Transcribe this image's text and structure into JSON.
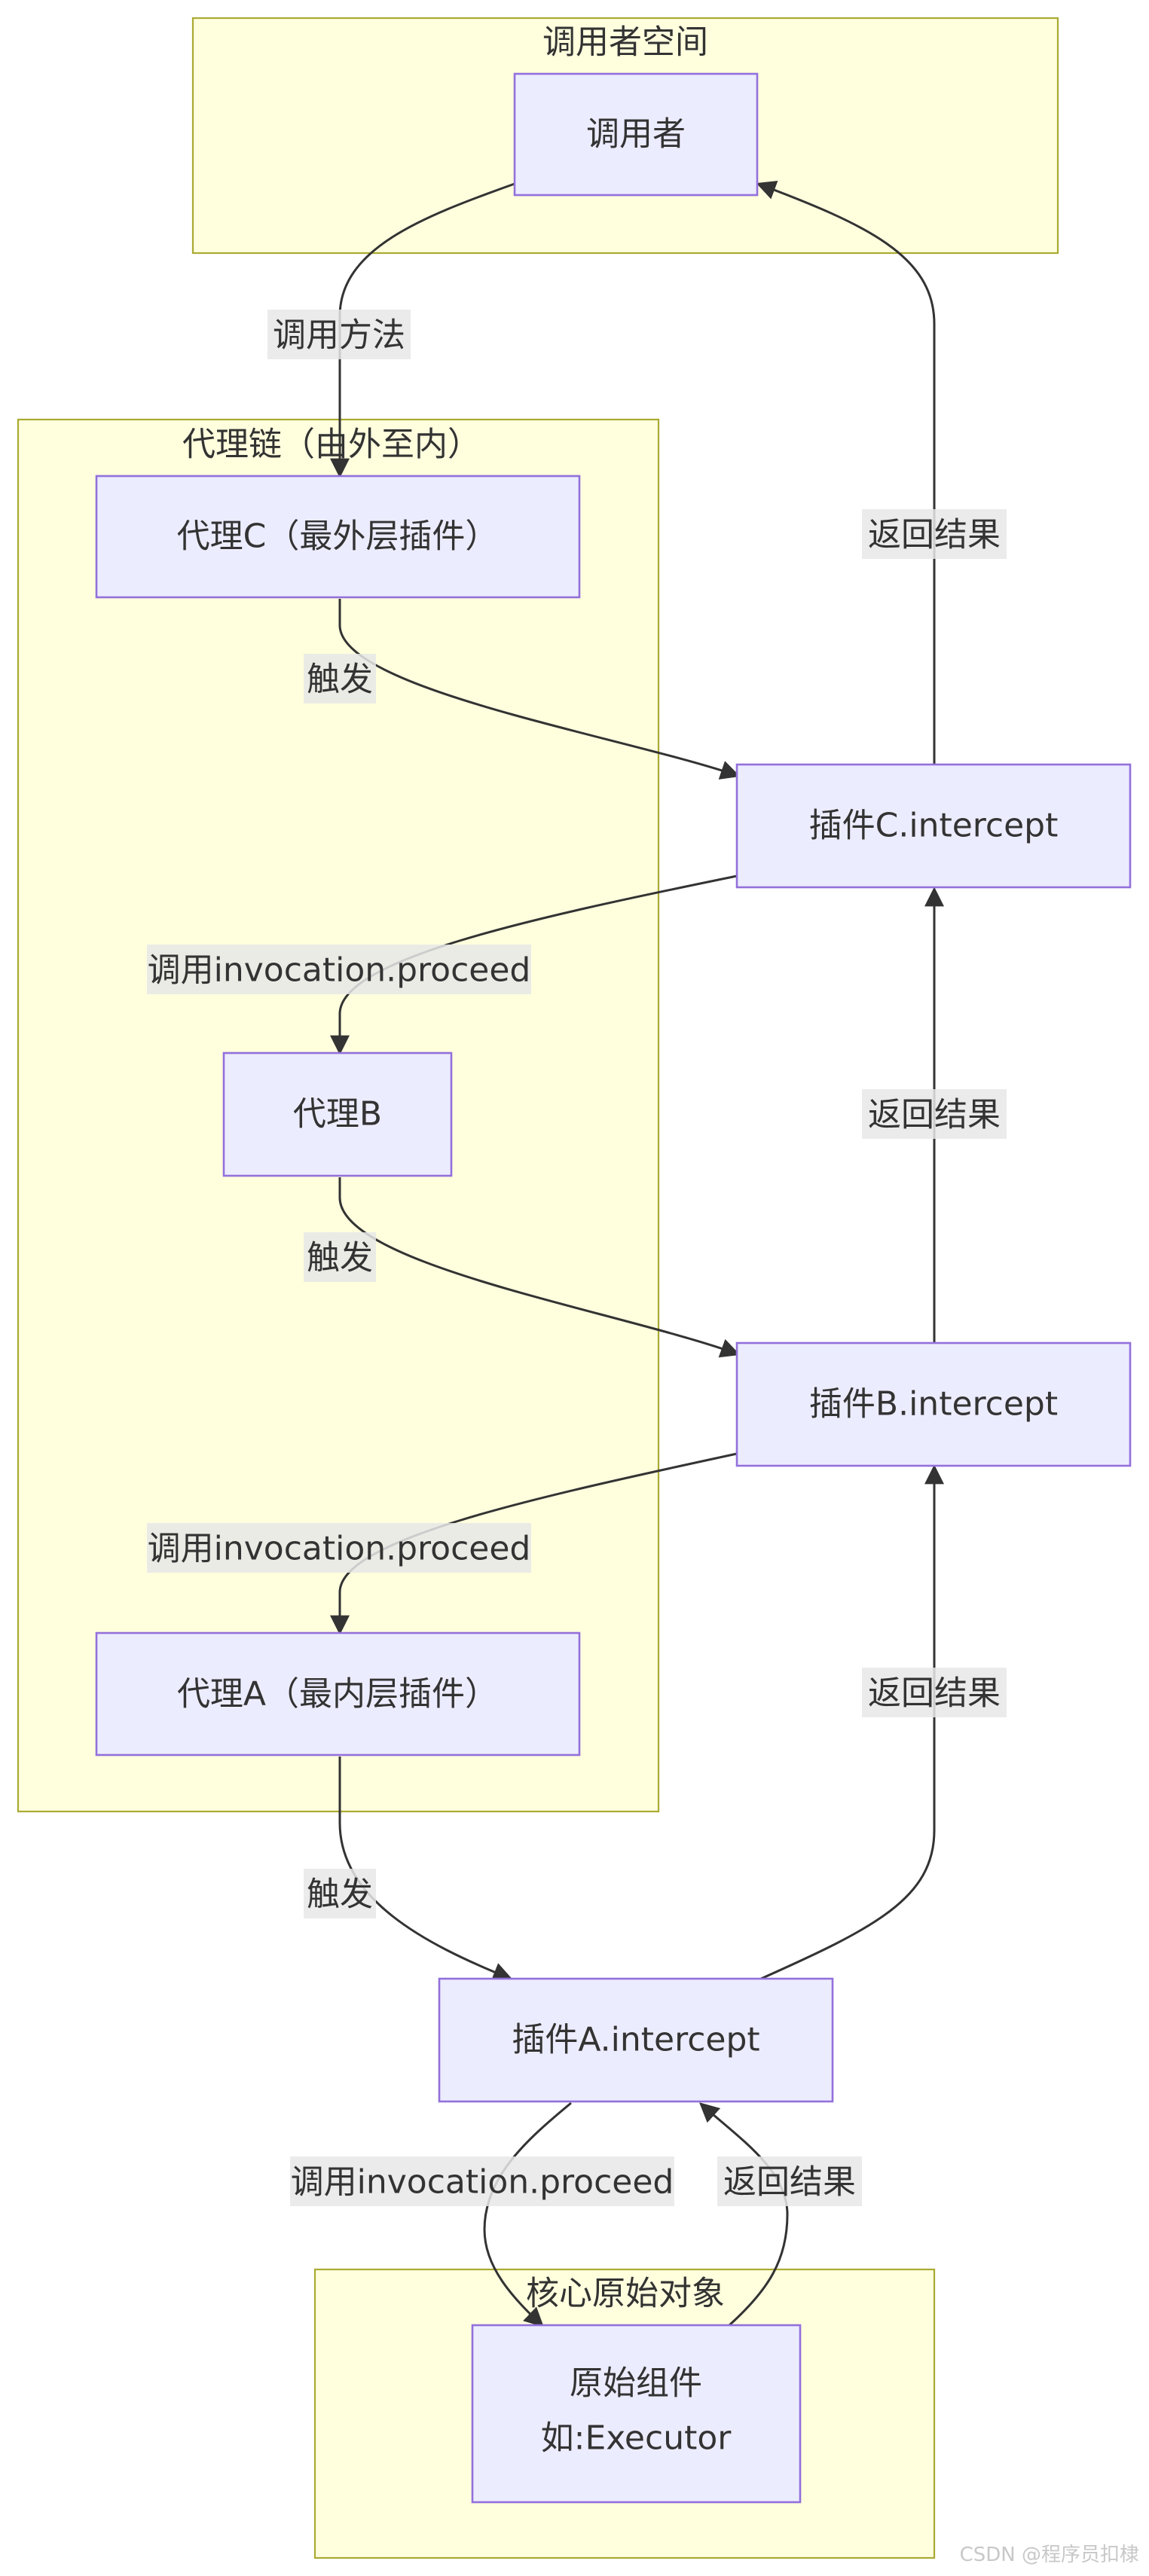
{
  "clusters": {
    "caller_space": "调用者空间",
    "proxy_chain": "代理链（由外至内）",
    "core_original": "核心原始对象"
  },
  "nodes": {
    "caller": "调用者",
    "proxy_c": "代理C（最外层插件）",
    "proxy_b": "代理B",
    "proxy_a": "代理A（最内层插件）",
    "plugin_c": "插件C.intercept",
    "plugin_b": "插件B.intercept",
    "plugin_a": "插件A.intercept",
    "original_line1": "原始组件",
    "original_line2": "如:Executor"
  },
  "edges": {
    "call_method": "调用方法",
    "trigger_c": "触发",
    "proceed_c": "调用invocation.proceed",
    "trigger_b": "触发",
    "proceed_b": "调用invocation.proceed",
    "trigger_a": "触发",
    "proceed_a": "调用invocation.proceed",
    "return_original": "返回结果",
    "return_a": "返回结果",
    "return_b": "返回结果",
    "return_c": "返回结果"
  },
  "colors": {
    "cluster_fill": "#ffffde",
    "cluster_stroke": "#aaaa33",
    "node_fill": "#ececff",
    "node_stroke": "#9370db",
    "edge": "#333333",
    "edge_label_bg": "#e8e8e8"
  },
  "watermark": "CSDN @程序员扣棣"
}
